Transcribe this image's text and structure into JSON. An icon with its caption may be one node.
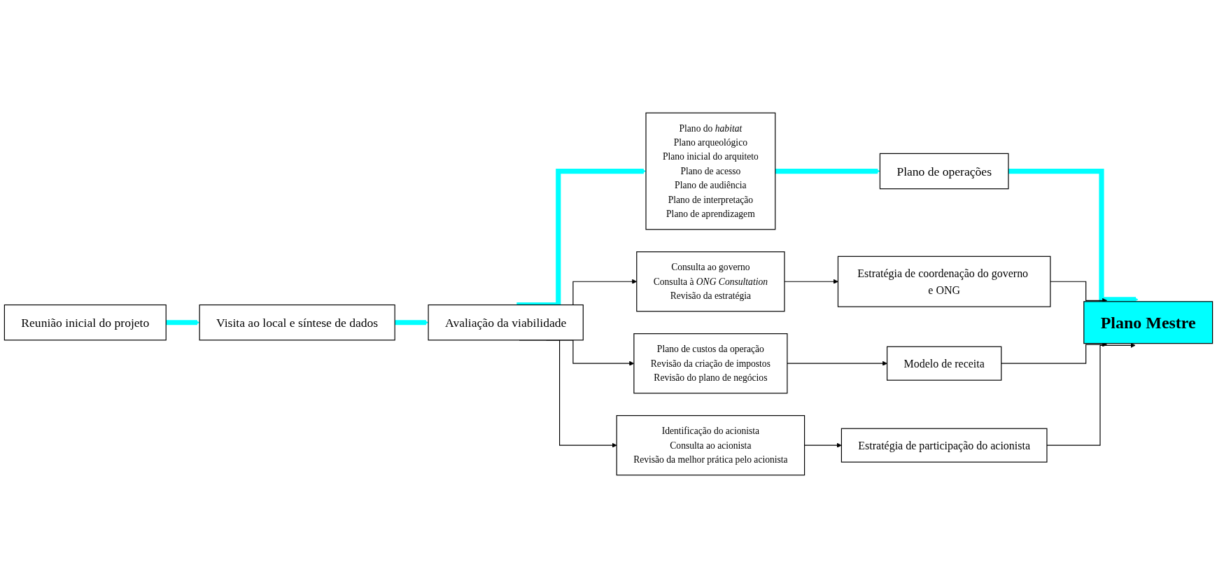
{
  "diagram": {
    "nodes": [
      {
        "text": [
          "Reunião inicial do projeto"
        ]
      },
      {
        "text": [
          "Visita ao local e síntese de dados"
        ]
      },
      {
        "text": [
          "Avaliação da viabilidade"
        ]
      },
      {
        "text": [
          "Plano do *habitat*",
          "Plano arqueológico",
          "Plano inicial do arquiteto",
          "Plano de acesso",
          "Plano de audiência",
          "Plano de interpretação",
          "Plano de aprendizagem"
        ]
      },
      {
        "text": [
          "Consulta ao governo",
          "Consulta à *ONG Consultation*",
          "Revisão da estratégia"
        ]
      },
      {
        "text": [
          "Plano de custos da operação",
          "Revisão da criação de impostos",
          "Revisão do plano de negócios"
        ]
      },
      {
        "text": [
          "Identificação do acionista",
          "Consulta ao acionista",
          "Revisão da melhor prática pelo acionista"
        ]
      },
      {
        "text": [
          "Plano de operações"
        ]
      },
      {
        "text": [
          "Estratégia de coordenação do governo e ONG"
        ]
      },
      {
        "text": [
          "Modelo de receita"
        ]
      },
      {
        "text": [
          "Estratégia de participação do acionista"
        ]
      },
      {
        "text": [
          "Plano Mestre"
        ]
      }
    ],
    "edges": [
      {
        "from": 0,
        "to": 1,
        "arrow": "to",
        "style": "thick",
        "color": "#00ffff"
      },
      {
        "from": 1,
        "to": 2,
        "arrow": "to",
        "style": "thick",
        "color": "#00ffff"
      },
      {
        "from": 2,
        "to": 3,
        "arrow": "to",
        "style": "thick",
        "color": "#00ffff"
      },
      {
        "from": 2,
        "to": 4,
        "arrow": "to"
      },
      {
        "from": 2,
        "to": 5,
        "arrow": "to"
      },
      {
        "from": 2,
        "to": 6,
        "arrow": "to"
      },
      {
        "from": 3,
        "to": 7,
        "arrow": "to",
        "style": "thick",
        "color": "#00ffff"
      },
      {
        "from": 4,
        "to": 8,
        "arrow": "to"
      },
      {
        "from": 5,
        "to": 9,
        "arrow": "to"
      },
      {
        "from": 6,
        "to": 10,
        "arrow": "to"
      },
      {
        "from": 7,
        "to": 11,
        "arrow": "to",
        "style": "thick",
        "color": "#00ffff"
      },
      {
        "from": 8,
        "to": 11,
        "arrow": "to"
      },
      {
        "from": 9,
        "to": 11,
        "arrow": "to"
      },
      {
        "from": 10,
        "to": 11,
        "arrow": "to"
      }
    ]
  }
}
